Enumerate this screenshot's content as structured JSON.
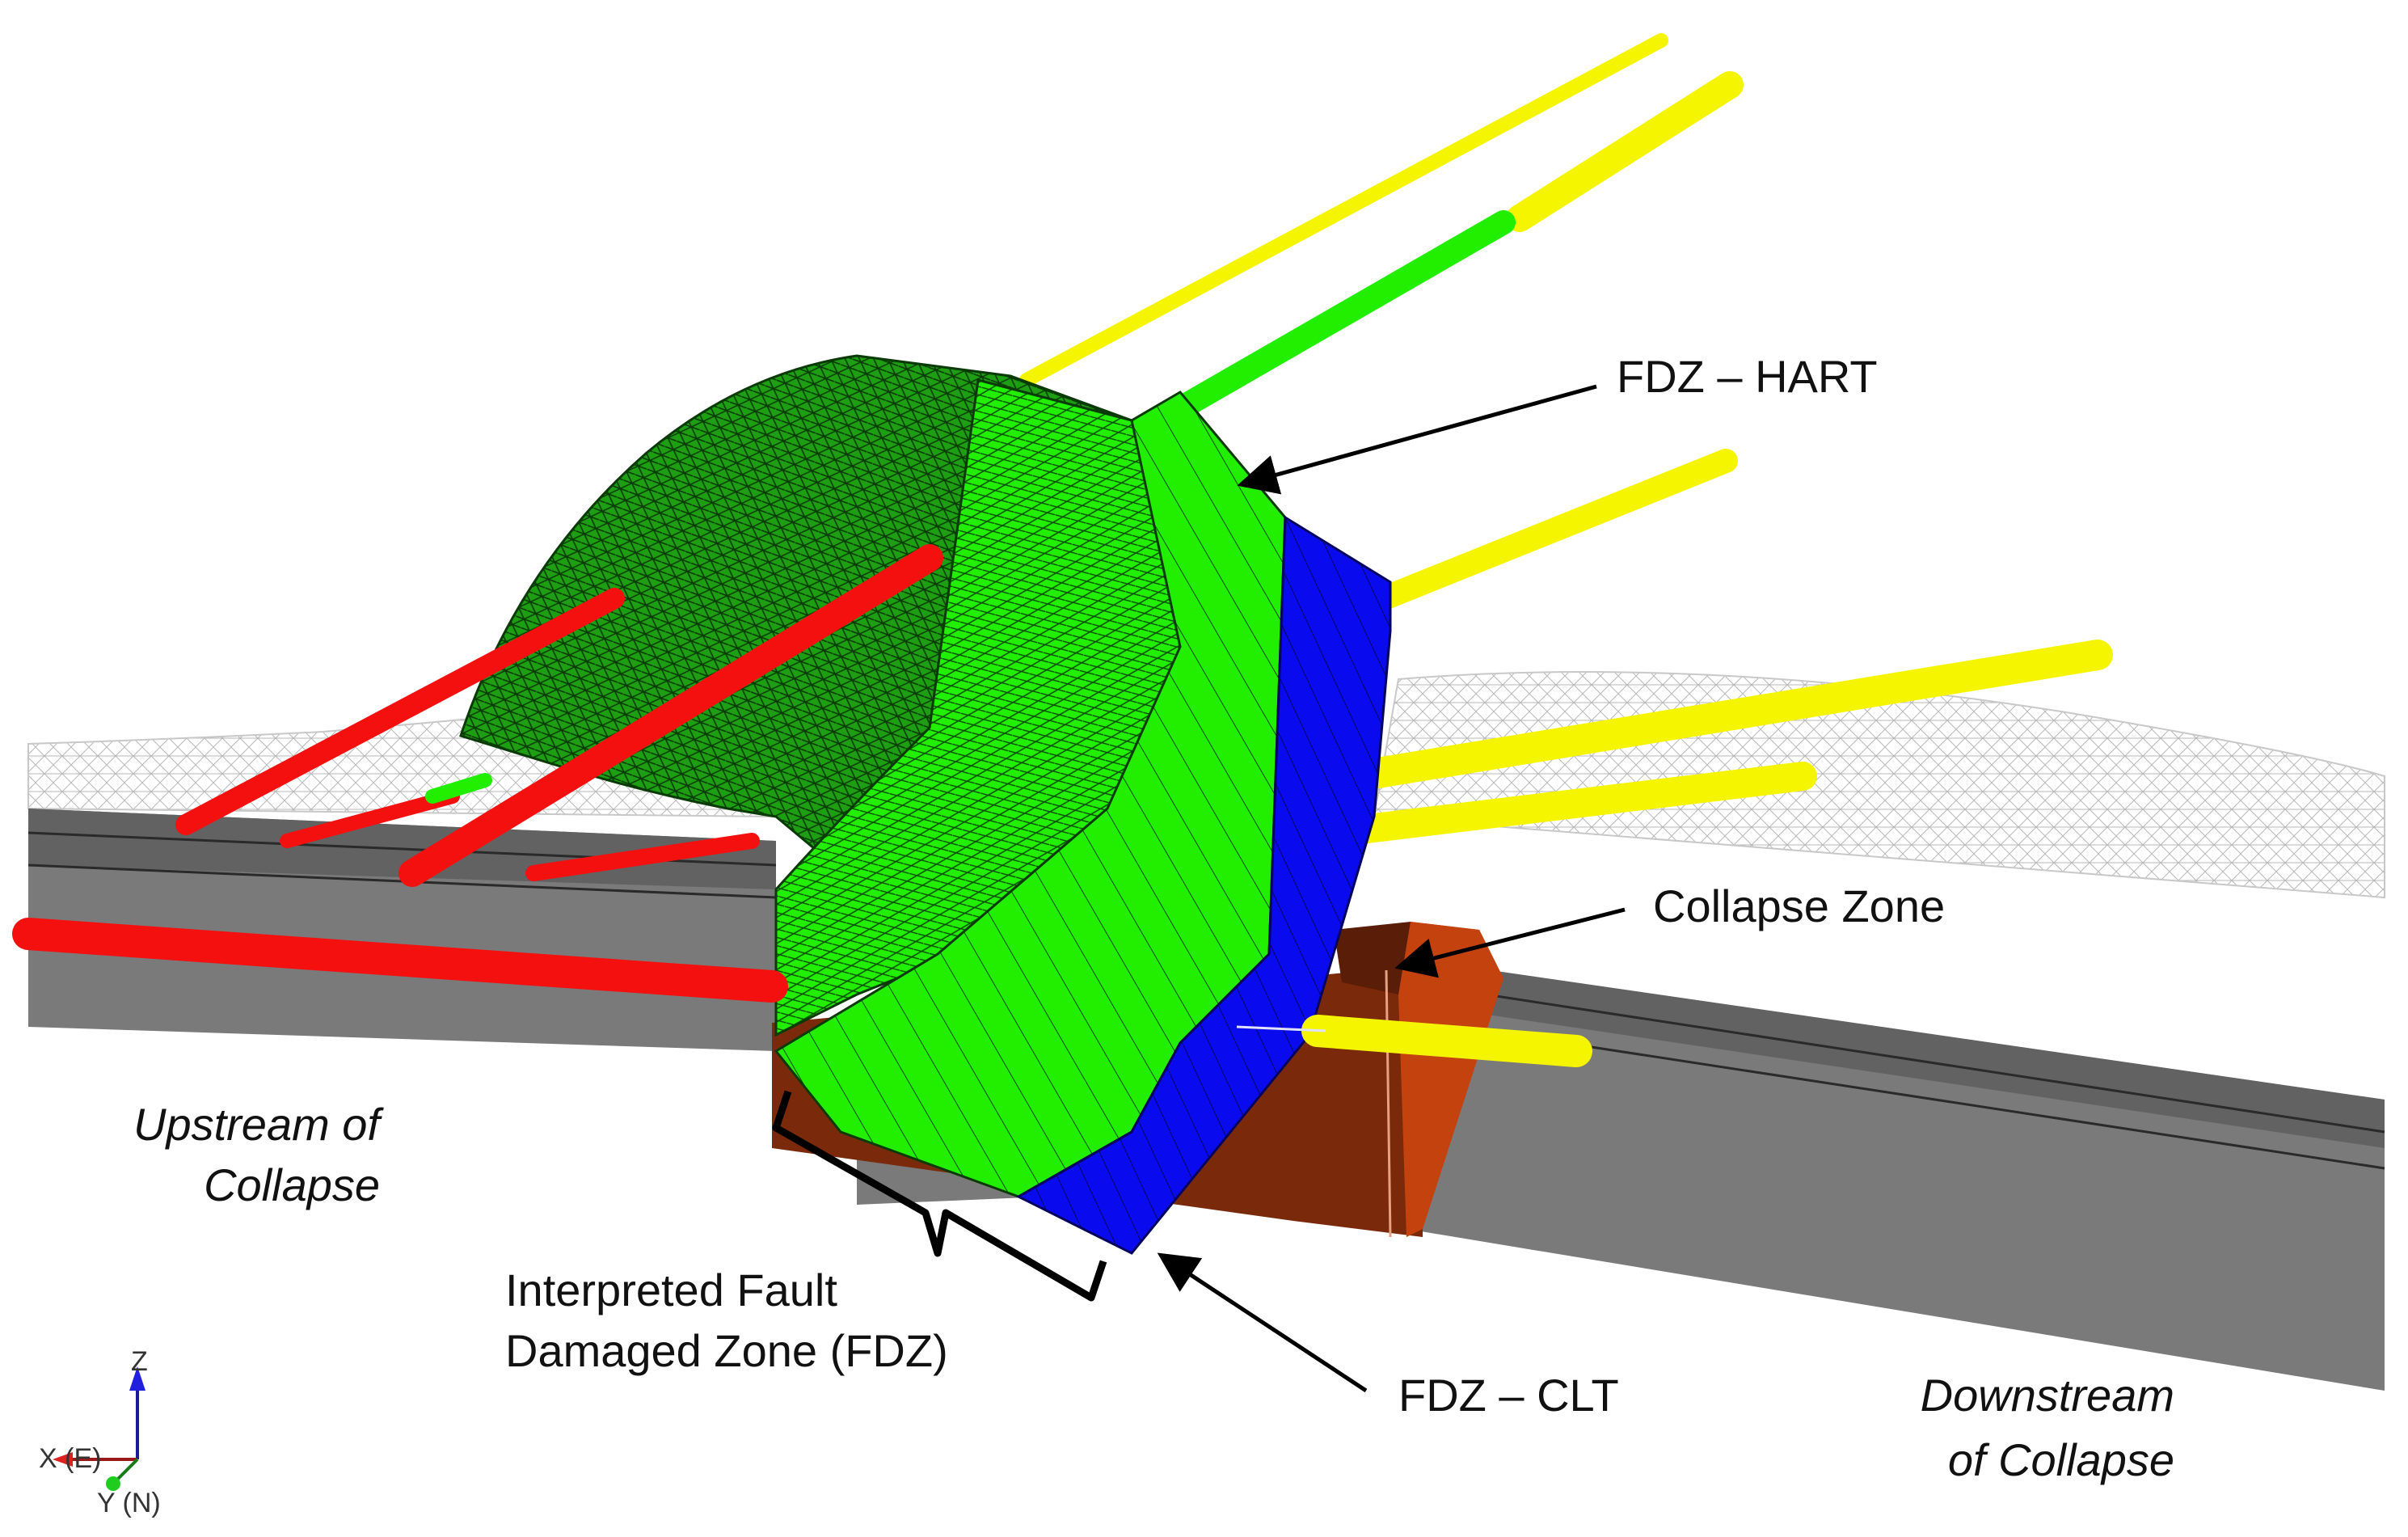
{
  "labels": {
    "fdz_hart": "FDZ – HART",
    "collapse_zone": "Collapse Zone",
    "fdz_clt": "FDZ – CLT",
    "interpreted_line1": "Interpreted Fault",
    "interpreted_line2": "Damaged Zone (FDZ)",
    "upstream_line1": "Upstream of",
    "upstream_line2": "Collapse",
    "downstream_line1": "Downstream",
    "downstream_line2": "of Collapse"
  },
  "axes": {
    "z": "Z",
    "x": "X (E)",
    "y": "Y (N)"
  },
  "colors": {
    "fdz_green": "#22ee00",
    "fdz_dark_green": "#1a9b1a",
    "fdz_blue": "#0a0aee",
    "collapse_brown": "#7a2a0a",
    "collapse_orange": "#cc4a10",
    "tunnel_gray": "#7a7a7a",
    "borehole_yellow": "#f5f500",
    "borehole_red": "#f51010",
    "mesh_gray": "#c8c8c8"
  }
}
